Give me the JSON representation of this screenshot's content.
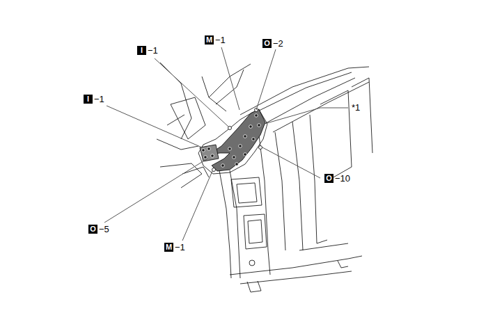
{
  "diagram": {
    "labels": [
      "M",
      "−1",
      "I",
      "−1",
      "O",
      "−2",
      "I",
      "−1",
      "*1",
      "O",
      "−10",
      "O",
      "−5",
      "M",
      "−1"
    ]
  }
}
